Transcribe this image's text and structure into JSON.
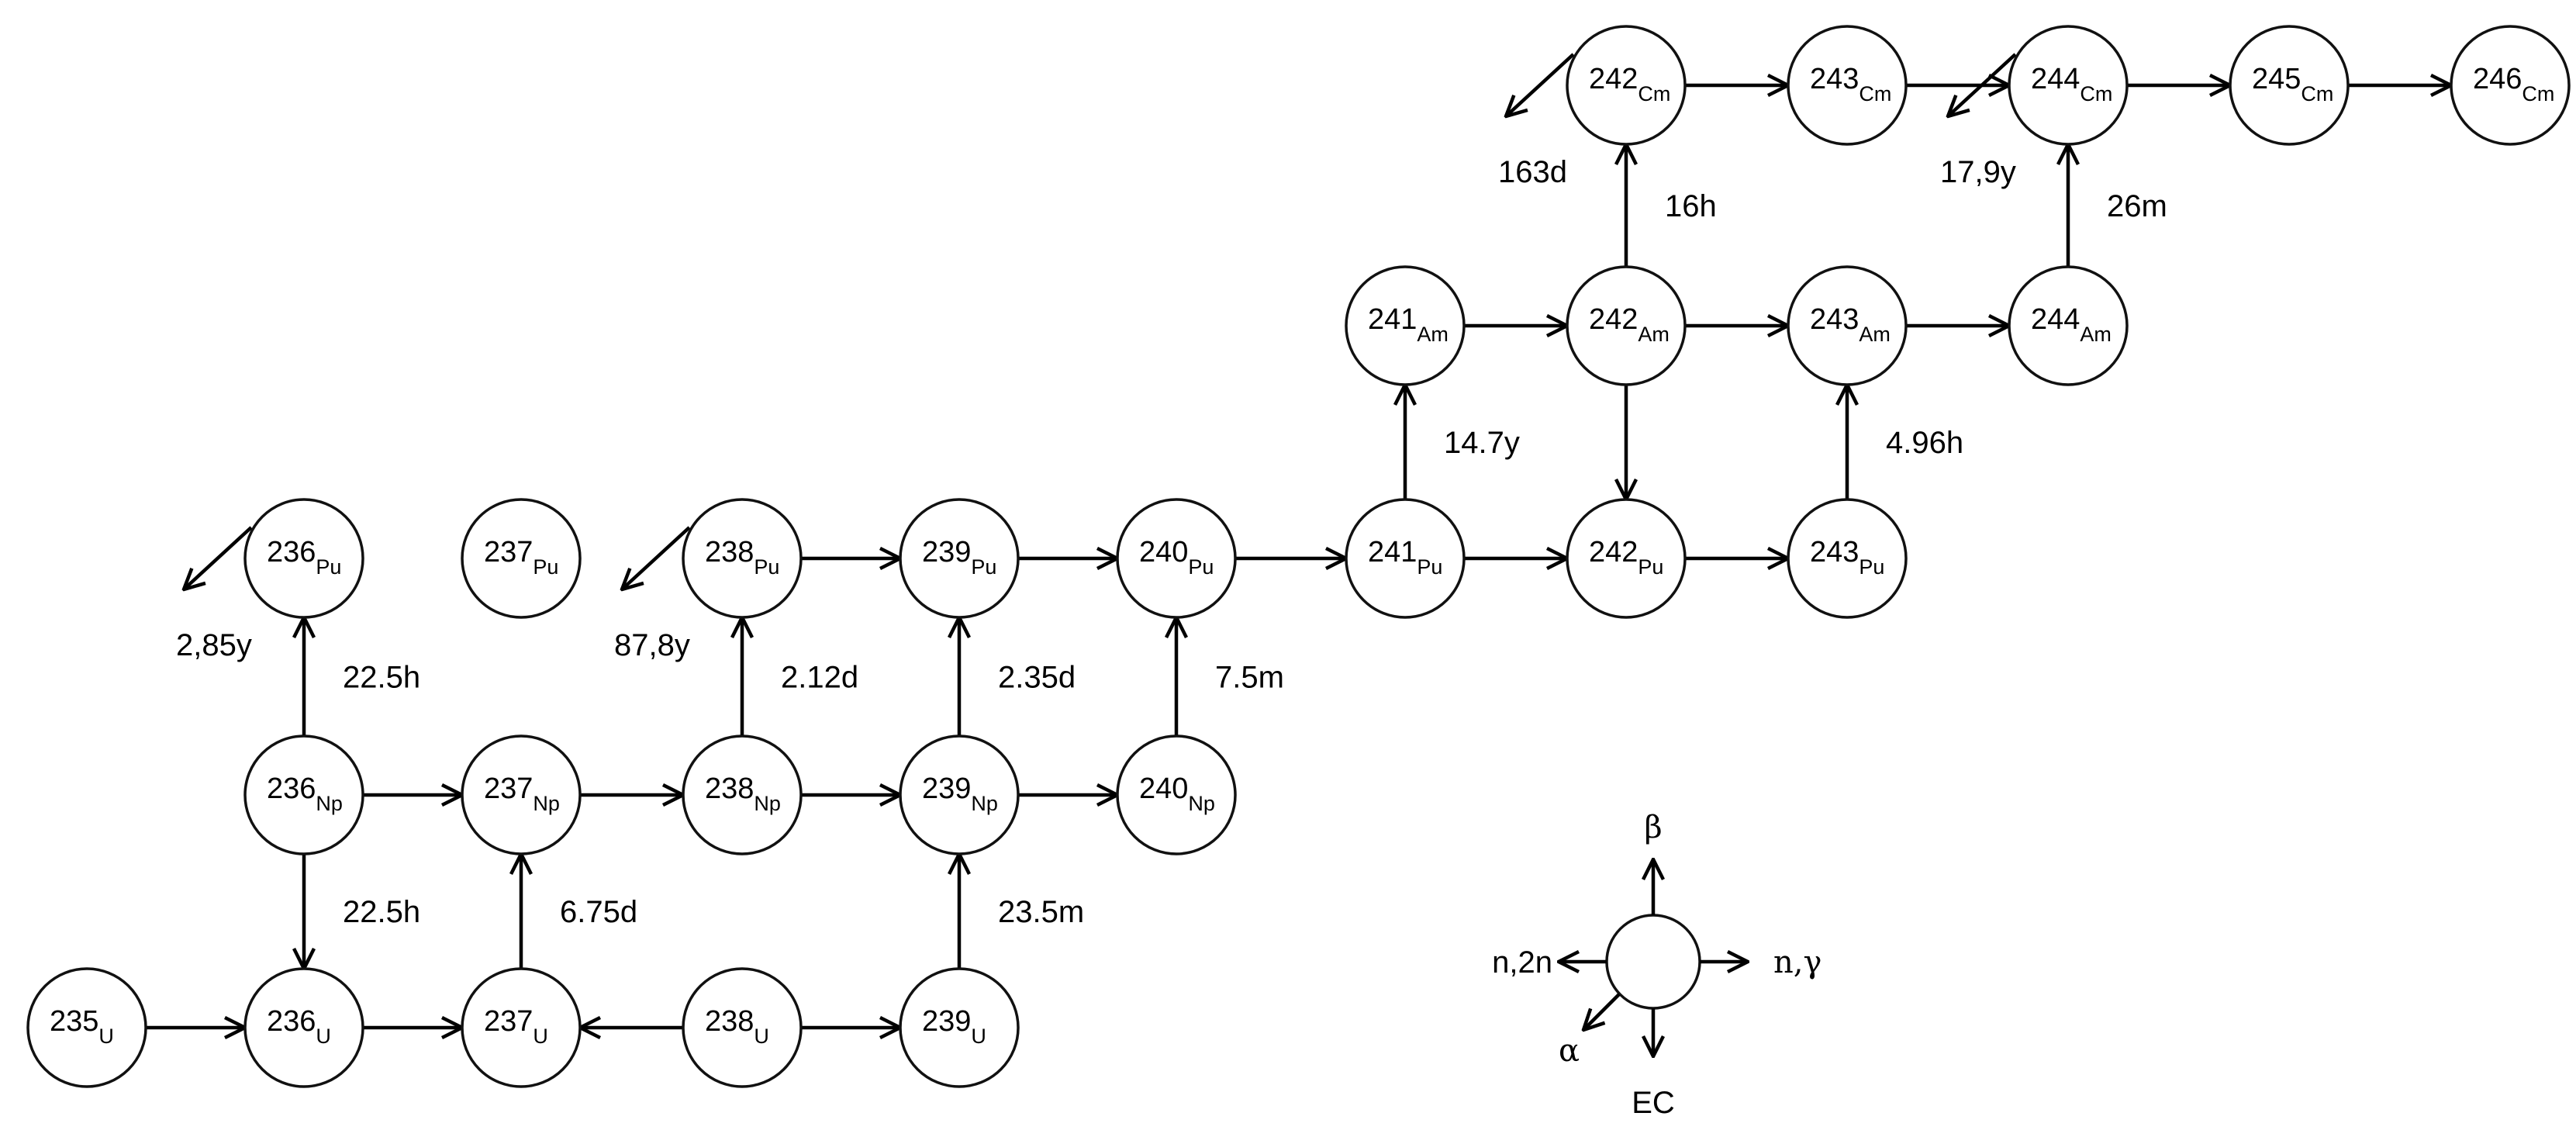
{
  "nodes": [
    {
      "id": "U235",
      "mass": "235",
      "symbol": "U"
    },
    {
      "id": "U236",
      "mass": "236",
      "symbol": "U"
    },
    {
      "id": "U237",
      "mass": "237",
      "symbol": "U"
    },
    {
      "id": "U238",
      "mass": "238",
      "symbol": "U"
    },
    {
      "id": "U239",
      "mass": "239",
      "symbol": "U"
    },
    {
      "id": "Np236",
      "mass": "236",
      "symbol": "Np"
    },
    {
      "id": "Np237",
      "mass": "237",
      "symbol": "Np"
    },
    {
      "id": "Np238",
      "mass": "238",
      "symbol": "Np"
    },
    {
      "id": "Np239",
      "mass": "239",
      "symbol": "Np"
    },
    {
      "id": "Np240",
      "mass": "240",
      "symbol": "Np"
    },
    {
      "id": "Pu236",
      "mass": "236",
      "symbol": "Pu"
    },
    {
      "id": "Pu237",
      "mass": "237",
      "symbol": "Pu"
    },
    {
      "id": "Pu238",
      "mass": "238",
      "symbol": "Pu"
    },
    {
      "id": "Pu239",
      "mass": "239",
      "symbol": "Pu"
    },
    {
      "id": "Pu240",
      "mass": "240",
      "symbol": "Pu"
    },
    {
      "id": "Pu241",
      "mass": "241",
      "symbol": "Pu"
    },
    {
      "id": "Pu242",
      "mass": "242",
      "symbol": "Pu"
    },
    {
      "id": "Pu243",
      "mass": "243",
      "symbol": "Pu"
    },
    {
      "id": "Am241",
      "mass": "241",
      "symbol": "Am"
    },
    {
      "id": "Am242",
      "mass": "242",
      "symbol": "Am"
    },
    {
      "id": "Am243",
      "mass": "243",
      "symbol": "Am"
    },
    {
      "id": "Am244",
      "mass": "244",
      "symbol": "Am"
    },
    {
      "id": "Cm242",
      "mass": "242",
      "symbol": "Cm"
    },
    {
      "id": "Cm243",
      "mass": "243",
      "symbol": "Cm"
    },
    {
      "id": "Cm244",
      "mass": "244",
      "symbol": "Cm"
    },
    {
      "id": "Cm245",
      "mass": "245",
      "symbol": "Cm"
    },
    {
      "id": "Cm246",
      "mass": "246",
      "symbol": "Cm"
    }
  ],
  "edges": [
    {
      "from": "U235",
      "to": "U236"
    },
    {
      "from": "U236",
      "to": "U237"
    },
    {
      "from": "U238",
      "to": "U237"
    },
    {
      "from": "U238",
      "to": "U239"
    },
    {
      "from": "Np236",
      "to": "U236",
      "label": "22.5h"
    },
    {
      "from": "U237",
      "to": "Np237",
      "label": "6.75d"
    },
    {
      "from": "U239",
      "to": "Np239",
      "label": "23.5m"
    },
    {
      "from": "Np236",
      "to": "Np237"
    },
    {
      "from": "Np237",
      "to": "Np238"
    },
    {
      "from": "Np238",
      "to": "Np239"
    },
    {
      "from": "Np239",
      "to": "Np240"
    },
    {
      "from": "Np236",
      "to": "Pu236",
      "label": "22.5h"
    },
    {
      "from": "Np238",
      "to": "Pu238",
      "label": "2.12d"
    },
    {
      "from": "Np239",
      "to": "Pu239",
      "label": "2.35d"
    },
    {
      "from": "Np240",
      "to": "Pu240",
      "label": "7.5m"
    },
    {
      "from": "Pu238",
      "to": "Pu239"
    },
    {
      "from": "Pu239",
      "to": "Pu240"
    },
    {
      "from": "Pu240",
      "to": "Pu241"
    },
    {
      "from": "Pu241",
      "to": "Pu242"
    },
    {
      "from": "Pu242",
      "to": "Pu243"
    },
    {
      "from": "Pu241",
      "to": "Am241",
      "label": "14.7y"
    },
    {
      "from": "Am242",
      "to": "Pu242"
    },
    {
      "from": "Pu243",
      "to": "Am243",
      "label": "4.96h"
    },
    {
      "from": "Am241",
      "to": "Am242"
    },
    {
      "from": "Am242",
      "to": "Am243"
    },
    {
      "from": "Am243",
      "to": "Am244"
    },
    {
      "from": "Am242",
      "to": "Cm242",
      "label": "16h"
    },
    {
      "from": "Am244",
      "to": "Cm244",
      "label": "26m"
    },
    {
      "from": "Cm242",
      "to": "Cm243"
    },
    {
      "from": "Cm243",
      "to": "Cm244"
    },
    {
      "from": "Cm244",
      "to": "Cm245"
    },
    {
      "from": "Cm245",
      "to": "Cm246"
    }
  ],
  "alpha_decays": [
    {
      "node": "Pu236",
      "label": "2,85y"
    },
    {
      "node": "Pu238",
      "label": "87,8y"
    },
    {
      "node": "Cm242",
      "label": "163d"
    },
    {
      "node": "Cm244",
      "label": "17,9y"
    }
  ],
  "legend": {
    "up": "β",
    "left": "n,2n",
    "right": "n,γ",
    "diag": "α",
    "down": "EC"
  }
}
